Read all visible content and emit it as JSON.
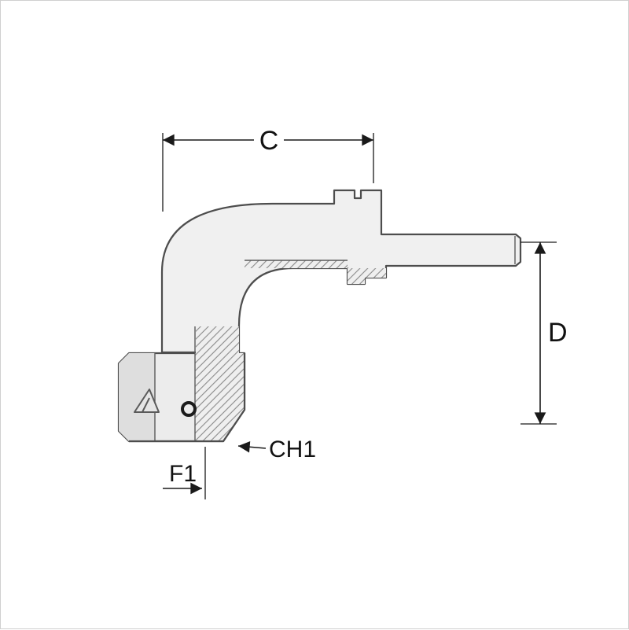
{
  "figure": {
    "type": "technical-line-drawing",
    "labels": {
      "c": "C",
      "d": "D",
      "f1": "F1",
      "ch1": "CH1"
    },
    "colors": {
      "background": "#ffffff",
      "outline": "#4d4d4d",
      "body_fill": "#f0f0f0",
      "nut_fill": "#ececec",
      "facet_shadow": "#dedede",
      "hatch_line": "#8a8a8a",
      "dimension": "#1a1a1a",
      "frame_border": "#cfcfcf"
    }
  }
}
